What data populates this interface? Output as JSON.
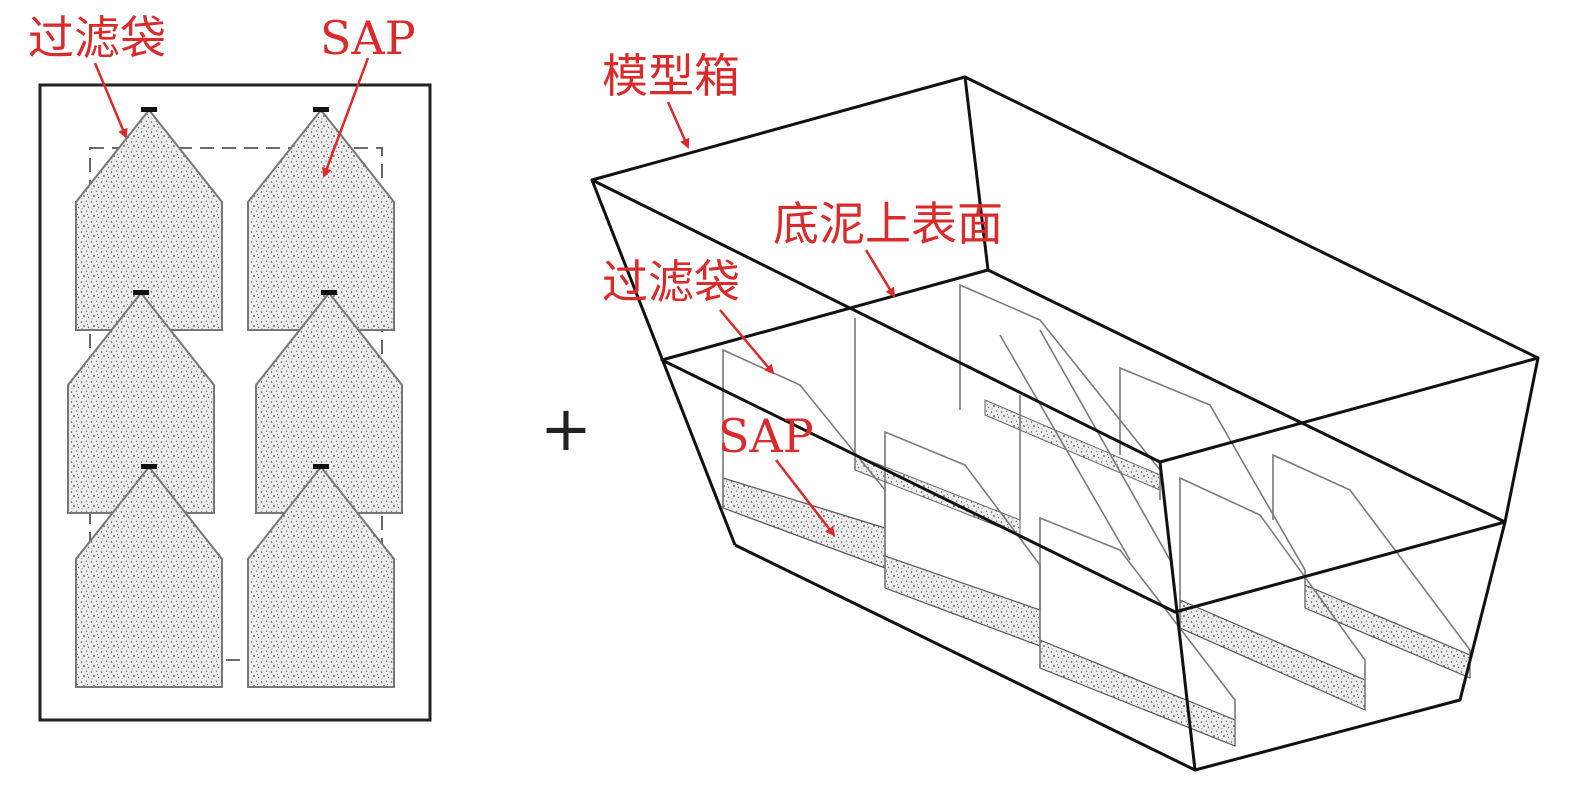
{
  "colors": {
    "label": "#d92b2b",
    "line": "#111111",
    "thin": "#7a7a7a",
    "fill": "#e8e8e8",
    "dot": "#555555"
  },
  "left_panel": {
    "label_bag": "过滤袋",
    "label_sap": "SAP",
    "bag_count": 6
  },
  "operator": "+",
  "right_panel": {
    "label_box": "模型箱",
    "label_surface": "底泥上表面",
    "label_bag": "过滤袋",
    "label_sap": "SAP"
  }
}
